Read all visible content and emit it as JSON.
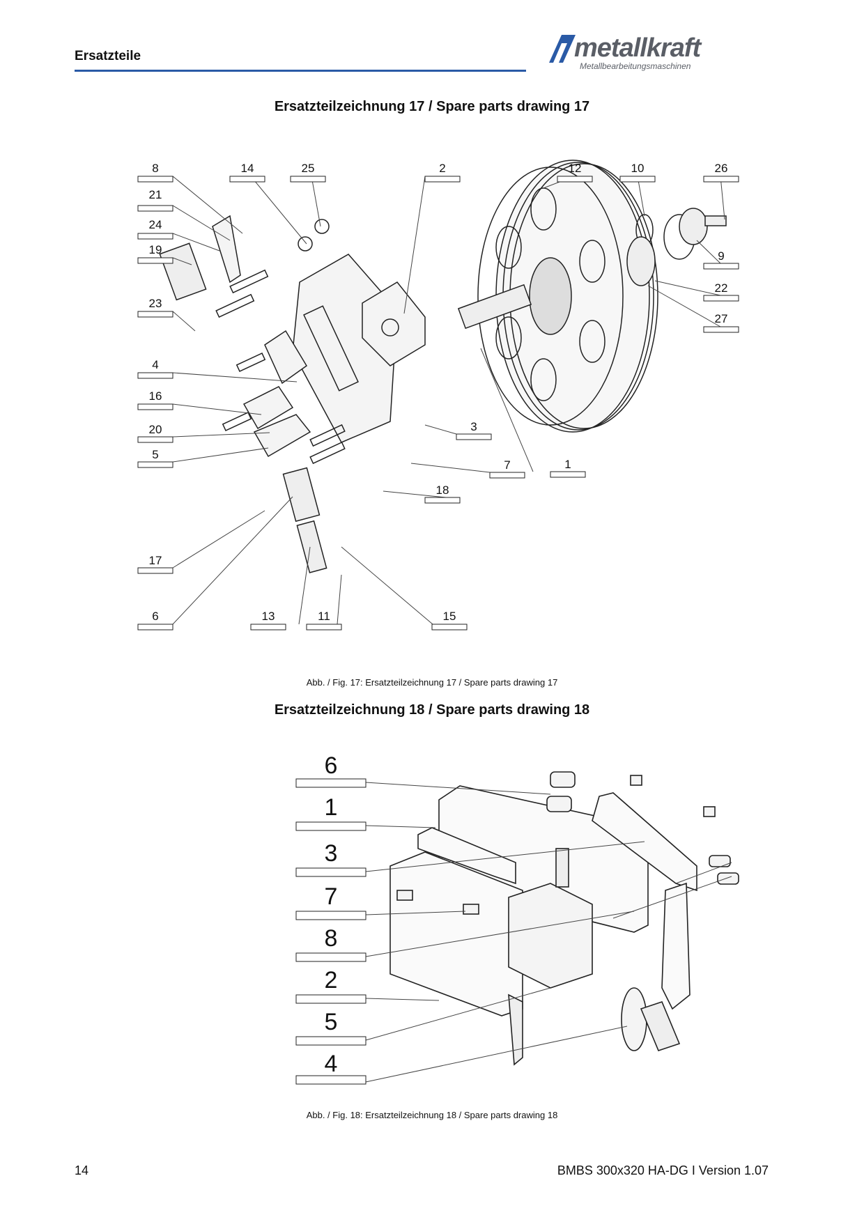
{
  "header": {
    "section": "Ersatzteile",
    "brand": "metallkraft",
    "brand_sub": "Metallbearbeitungsmaschinen"
  },
  "drawing17": {
    "title": "Ersatzteilzeichnung 17 / Spare parts drawing 17",
    "caption": "Abb. / Fig. 17: Ersatzteilzeichnung 17 / Spare parts drawing 17",
    "labels": [
      "8",
      "14",
      "25",
      "2",
      "12",
      "10",
      "26",
      "21",
      "24",
      "19",
      "9",
      "22",
      "23",
      "27",
      "4",
      "16",
      "20",
      "3",
      "5",
      "7",
      "1",
      "18",
      "17",
      "6",
      "13",
      "11",
      "15"
    ]
  },
  "drawing18": {
    "title": "Ersatzteilzeichnung 18 / Spare parts drawing 18",
    "caption": "Abb. / Fig. 18: Ersatzteilzeichnung 18 / Spare parts drawing 18",
    "labels": [
      "6",
      "1",
      "3",
      "7",
      "8",
      "2",
      "5",
      "4"
    ]
  },
  "footer": {
    "page_number": "14",
    "doc_version": "BMBS 300x320 HA-DG I Version 1.07"
  }
}
